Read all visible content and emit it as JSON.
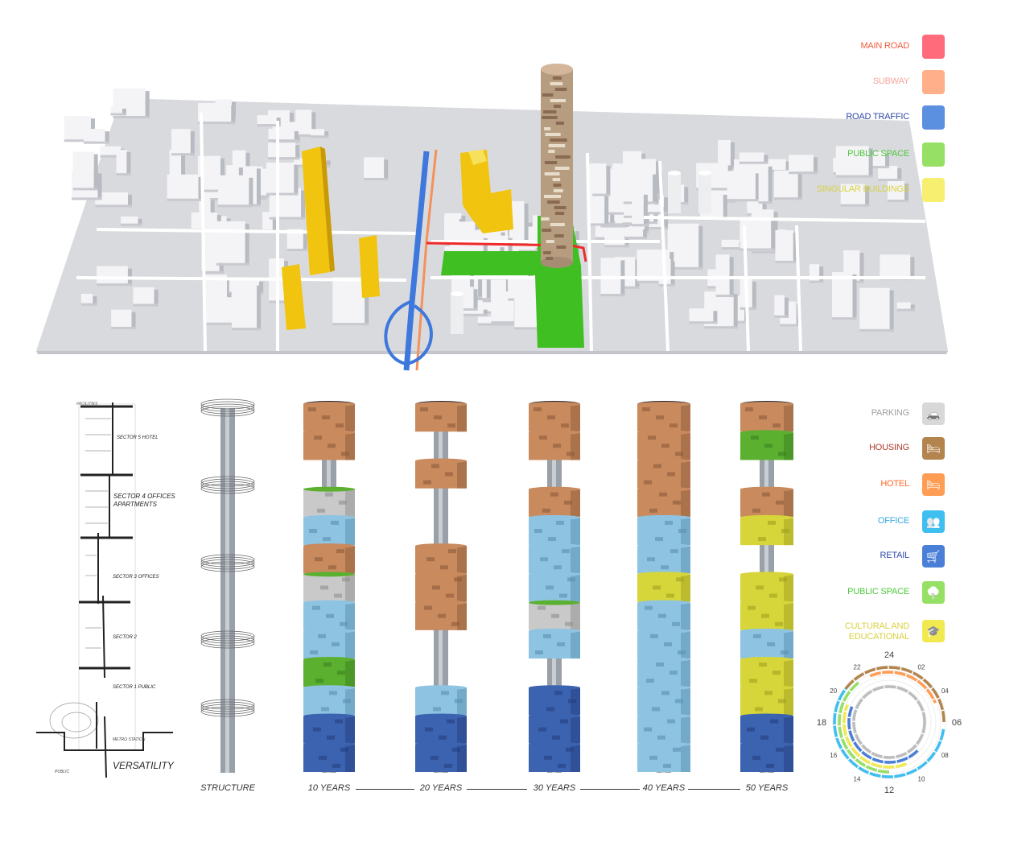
{
  "colors": {
    "main_road": "#ff6b7a",
    "subway": "#ffb08a",
    "road_traffic": "#5b8fe0",
    "public_space": "#95e065",
    "singular_buildings": "#f7ef70",
    "parking": "#d8d8d8",
    "housing": "#b3844e",
    "hotel": "#ff9d55",
    "office": "#3fbff0",
    "retail": "#4a7fd8",
    "cultural": "#f0ea50"
  },
  "map_legend": [
    {
      "label": "MAIN ROAD",
      "key": "main_road",
      "text_color": "#f05a3c"
    },
    {
      "label": "SUBWAY",
      "key": "subway",
      "text_color": "#f7a59a"
    },
    {
      "label": "ROAD TRAFFIC",
      "key": "road_traffic",
      "text_color": "#2f48a8"
    },
    {
      "label": "PUBLIC SPACE",
      "key": "public_space",
      "text_color": "#4cc83a"
    },
    {
      "label": "SINGULAR BUILDINGS",
      "key": "singular_buildings",
      "text_color": "#d8d240"
    }
  ],
  "program_legend": [
    {
      "label": "PARKING",
      "key": "parking",
      "icon": "car-icon",
      "glyph": "🚗",
      "text_color": "#a0a0a0"
    },
    {
      "label": "HOUSING",
      "key": "housing",
      "icon": "bed-icon",
      "glyph": "🛏",
      "text_color": "#b03a2a"
    },
    {
      "label": "HOTEL",
      "key": "hotel",
      "icon": "bed-icon",
      "glyph": "🛏",
      "text_color": "#ff6a2a"
    },
    {
      "label": "OFFICE",
      "key": "office",
      "icon": "handshake-icon",
      "glyph": "👥",
      "text_color": "#30a8e0"
    },
    {
      "label": "RETAIL",
      "key": "retail",
      "icon": "cart-icon",
      "glyph": "🛒",
      "text_color": "#3048a8"
    },
    {
      "label": "PUBLIC SPACE",
      "key": "public_space",
      "icon": "tree-icon",
      "glyph": "🌳",
      "text_color": "#4cc83a"
    },
    {
      "label": "CULTURAL AND\nEDUCATIONAL",
      "key": "cultural",
      "icon": "lectern-icon",
      "glyph": "🎓",
      "text_color": "#d8d240"
    }
  ],
  "sketch": {
    "title": "VERSATILITY",
    "sectors": [
      "SECTOR 5 HOTEL",
      "SECTOR 4 OFFICES APARTMENTS",
      "SECTOR 3 OFFICES",
      "SECTOR 2",
      "SECTOR 1 PUBLIC"
    ],
    "facilities": "FACILITIES",
    "metro": "METRO STATION",
    "public": "PUBLIC"
  },
  "towers": [
    {
      "label": "STRUCTURE",
      "stack": []
    },
    {
      "label": "10 YEARS",
      "stack": [
        "housing",
        "housing",
        "core",
        "parking",
        "office",
        "housing",
        "parking",
        "office",
        "office",
        "public_space",
        "office",
        "retail",
        "retail"
      ]
    },
    {
      "label": "20 YEARS",
      "stack": [
        "housing",
        "core",
        "housing",
        "core",
        "core",
        "housing",
        "housing",
        "housing",
        "core",
        "core",
        "office",
        "retail",
        "retail"
      ]
    },
    {
      "label": "30 YEARS",
      "stack": [
        "housing",
        "housing",
        "core",
        "housing",
        "office",
        "office",
        "office",
        "parking",
        "office",
        "core",
        "retail",
        "retail",
        "retail"
      ]
    },
    {
      "label": "40 YEARS",
      "stack": [
        "housing",
        "housing",
        "housing",
        "housing",
        "office",
        "office",
        "cultural",
        "office",
        "office",
        "office",
        "office",
        "office",
        "office"
      ]
    },
    {
      "label": "50 YEARS",
      "stack": [
        "housing",
        "public_space",
        "core",
        "housing",
        "cultural",
        "core",
        "cultural",
        "cultural",
        "office",
        "cultural",
        "cultural",
        "retail",
        "retail"
      ]
    }
  ],
  "clock": {
    "labels": [
      "24",
      "02",
      "04",
      "06",
      "08",
      "10",
      "12",
      "14",
      "16",
      "18",
      "20",
      "22"
    ],
    "rings": [
      {
        "key": "housing",
        "from": 20.5,
        "to": 6.0
      },
      {
        "key": "office",
        "from": 6.5,
        "to": 20.5
      },
      {
        "key": "hotel",
        "from": 22.5,
        "to": 4.5
      },
      {
        "key": "public_space",
        "from": 12.0,
        "to": 21.5
      },
      {
        "key": "cultural",
        "from": 10.5,
        "to": 19.5
      },
      {
        "key": "retail",
        "from": 9.0,
        "to": 19.5
      },
      {
        "key": "parking",
        "from": 0,
        "to": 24
      }
    ]
  }
}
